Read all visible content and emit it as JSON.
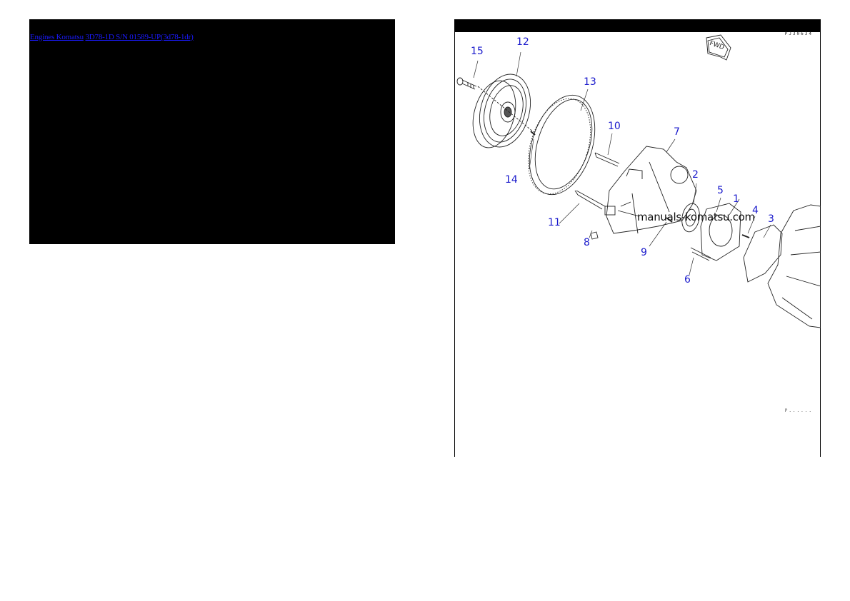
{
  "left_panel": {
    "background": "#000000",
    "breadcrumb": {
      "link1": "Engines Komatsu",
      "link2": "3D78-1D S/N 01589-UP(3d78-1dr)",
      "link_color": "#1a1aff"
    }
  },
  "right_panel": {
    "figure_code_top": "PJ30634",
    "figure_code_bottom": "P...... ",
    "fwd_label": "FWD",
    "watermark": "manuals-komatsu.com",
    "callout_color": "#1a1acc",
    "callouts": [
      {
        "id": "1",
        "label": "1"
      },
      {
        "id": "2",
        "label": "2"
      },
      {
        "id": "3",
        "label": "3"
      },
      {
        "id": "4",
        "label": "4"
      },
      {
        "id": "5",
        "label": "5"
      },
      {
        "id": "6",
        "label": "6"
      },
      {
        "id": "7",
        "label": "7"
      },
      {
        "id": "8",
        "label": "8"
      },
      {
        "id": "9",
        "label": "9"
      },
      {
        "id": "10",
        "label": "10"
      },
      {
        "id": "11",
        "label": "11"
      },
      {
        "id": "12",
        "label": "12"
      },
      {
        "id": "13",
        "label": "13"
      },
      {
        "id": "14",
        "label": "14"
      },
      {
        "id": "15",
        "label": "15"
      }
    ]
  }
}
